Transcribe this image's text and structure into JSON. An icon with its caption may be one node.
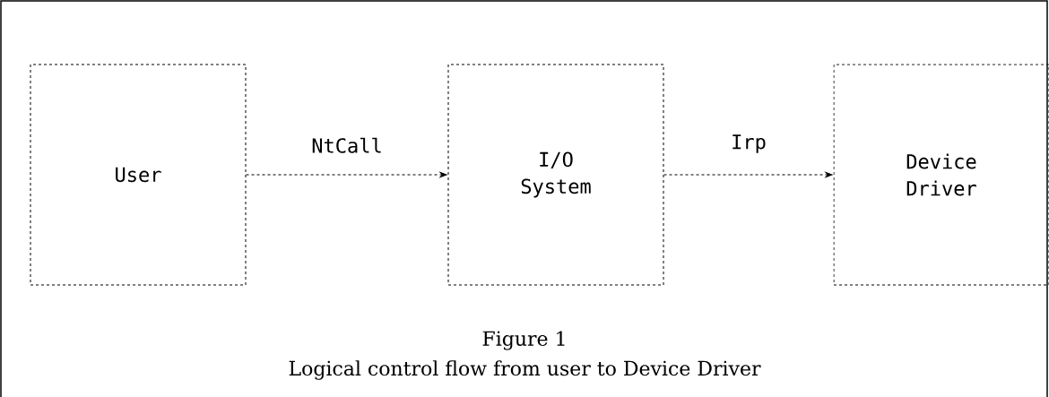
{
  "diagram": {
    "nodes": [
      {
        "text": [
          "User"
        ]
      },
      {
        "text": [
          "I/O System"
        ]
      },
      {
        "text": [
          "Device Driver"
        ]
      }
    ],
    "edges": [
      {
        "from": 0,
        "to": 1,
        "arrow": "to",
        "label": "NtCall",
        "style": "dashed"
      },
      {
        "from": 1,
        "to": 2,
        "arrow": "to",
        "label": "Irp",
        "style": "dashed"
      }
    ],
    "labels": [
      "Figure 1",
      "Logical control flow from user to Device Driver"
    ]
  }
}
